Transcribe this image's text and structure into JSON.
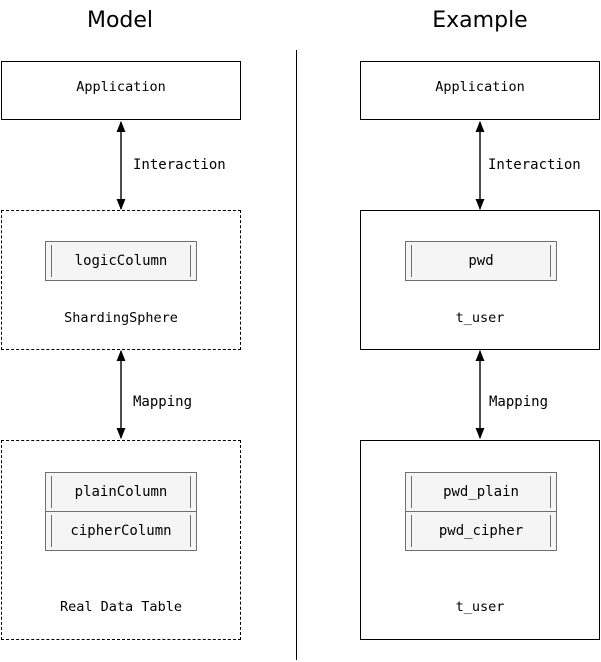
{
  "headings": {
    "model": "Model",
    "example": "Example"
  },
  "model": {
    "application": "Application",
    "interaction": "Interaction",
    "logic_column": "logicColumn",
    "middle_label": "ShardingSphere",
    "mapping": "Mapping",
    "plain_column": "plainColumn",
    "cipher_column": "cipherColumn",
    "table_label": "Real Data Table"
  },
  "example": {
    "application": "Application",
    "interaction": "Interaction",
    "logic_column": "pwd",
    "middle_label": "t_user",
    "mapping": "Mapping",
    "plain_column": "pwd_plain",
    "cipher_column": "pwd_cipher",
    "table_label": "t_user"
  },
  "colors": {
    "cell_fill": "#f5f5f5",
    "cell_border": "#6f6f6f",
    "line": "#000000"
  }
}
